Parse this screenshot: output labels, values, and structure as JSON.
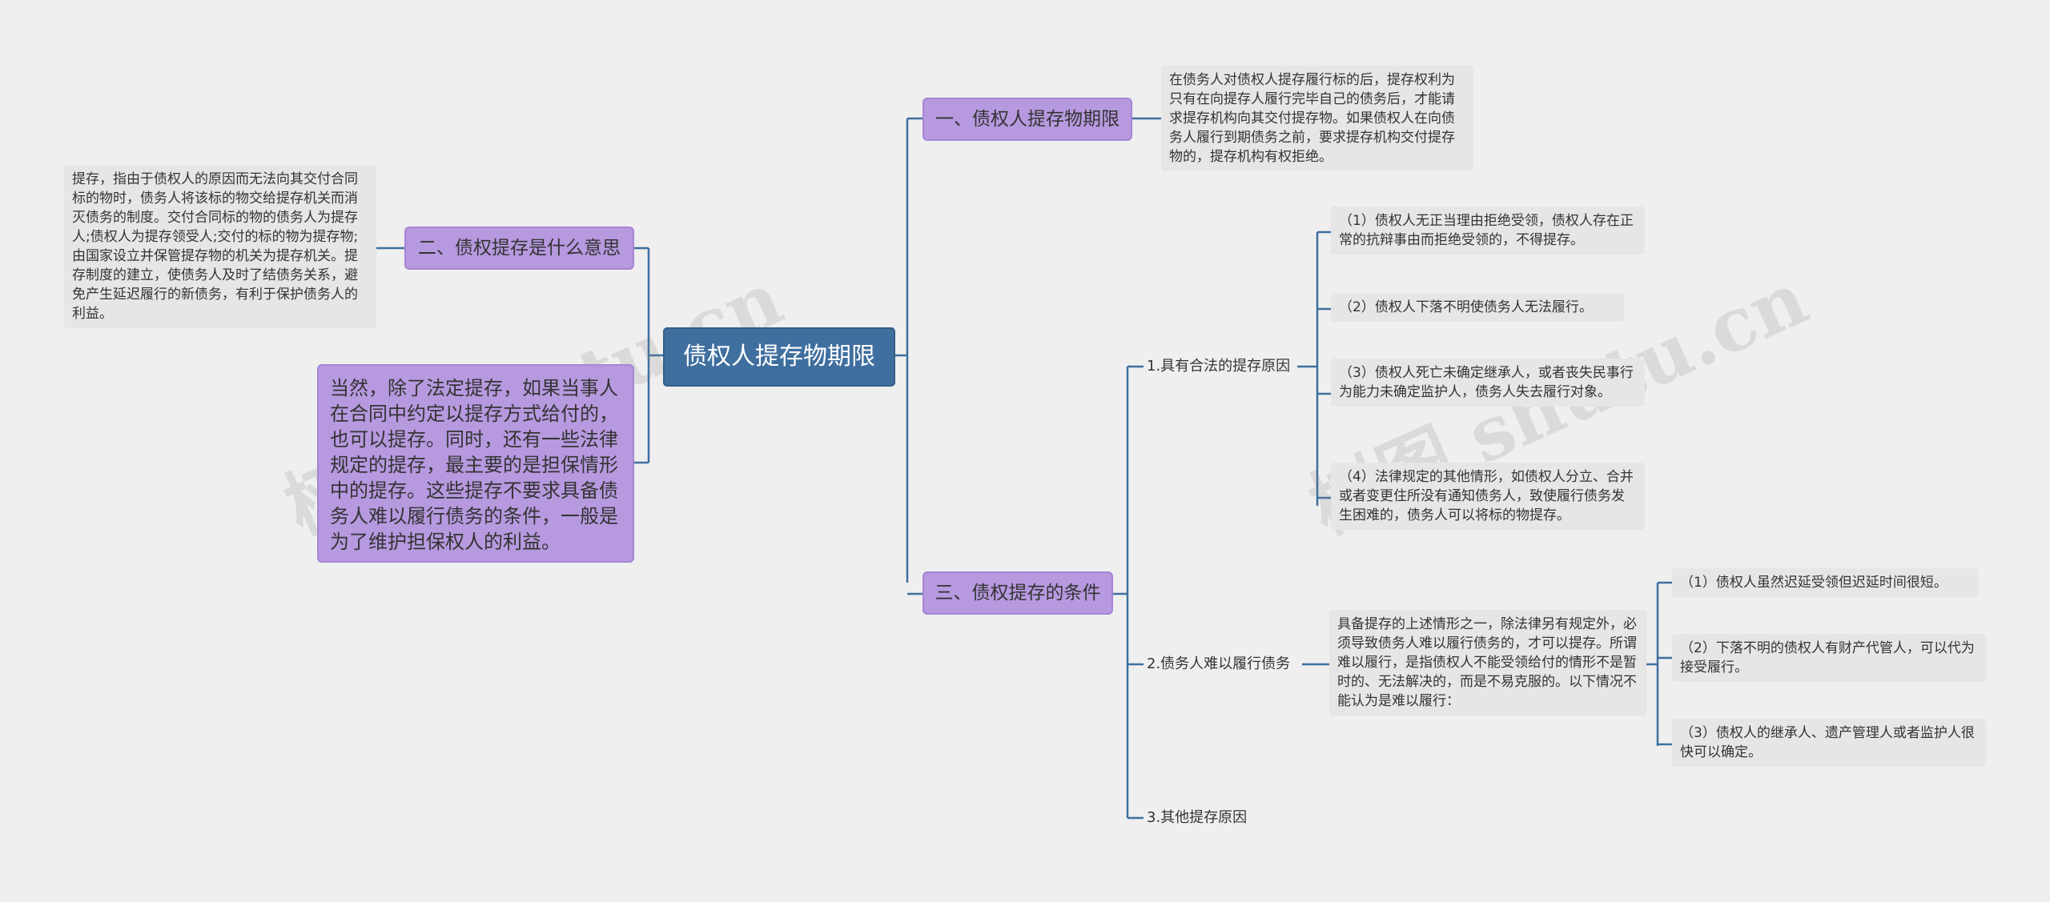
{
  "root": {
    "label": "债权人提存物期限"
  },
  "branches": {
    "b1": {
      "label": "一、债权人提存物期限",
      "note": "在债务人对债权人提存履行标的后，提存权利为只有在向提存人履行完毕自己的债务后，才能请求提存机构向其交付提存物。如果债权人在向债务人履行到期债务之前，要求提存机构交付提存物的，提存机构有权拒绝。"
    },
    "b2": {
      "label": "二、债权提存是什么意思",
      "note": "提存，指由于债权人的原因而无法向其交付合同标的物时，债务人将该标的物交给提存机关而消灭债务的制度。交付合同标的物的债务人为提存人;债权人为提存领受人;交付的标的物为提存物;由国家设立并保管提存物的机关为提存机关。提存制度的建立，使债务人及时了结债务关系，避免产生延迟履行的新债务，有利于保护债务人的利益。"
    },
    "b3": {
      "label": "当然，除了法定提存，如果当事人在合同中约定以提存方式给付的，也可以提存。同时，还有一些法律规定的提存，最主要的是担保情形中的提存。这些提存不要求具备债务人难以履行债务的条件，一般是为了维护担保权人的利益。"
    },
    "b4": {
      "label": "三、债权提存的条件",
      "c1": {
        "label": "1.具有合法的提存原因",
        "items": [
          "（1）债权人无正当理由拒绝受领，债权人存在正常的抗辩事由而拒绝受领的，不得提存。",
          "（2）债权人下落不明使债务人无法履行。",
          "（3）债权人死亡未确定继承人，或者丧失民事行为能力未确定监护人，债务人失去履行对象。",
          "（4）法律规定的其他情形，如债权人分立、合并或者变更住所没有通知债务人，致使履行债务发生困难的，债务人可以将标的物提存。"
        ]
      },
      "c2": {
        "label": "2.债务人难以履行债务",
        "note": "具备提存的上述情形之一，除法律另有规定外，必须导致债务人难以履行债务的，才可以提存。所谓难以履行，是指债权人不能受领给付的情形不是暂时的、无法解决的，而是不易克服的。以下情况不能认为是难以履行：",
        "items": [
          "（1）债权人虽然迟延受领但迟延时间很短。",
          "（2）下落不明的债权人有财产代管人，可以代为接受履行。",
          "（3）债权人的继承人、遗产管理人或者监护人很快可以确定。"
        ]
      },
      "c3": {
        "label": "3.其他提存原因"
      }
    }
  },
  "watermarks": [
    "树图 shutu.cn",
    "树图 shutu.cn"
  ],
  "colors": {
    "background": "#efefef",
    "root_fill": "#3f6f9f",
    "topic_fill": "#b699df",
    "note_fill": "#e6e6e6",
    "connector": "#3f6f9f"
  }
}
